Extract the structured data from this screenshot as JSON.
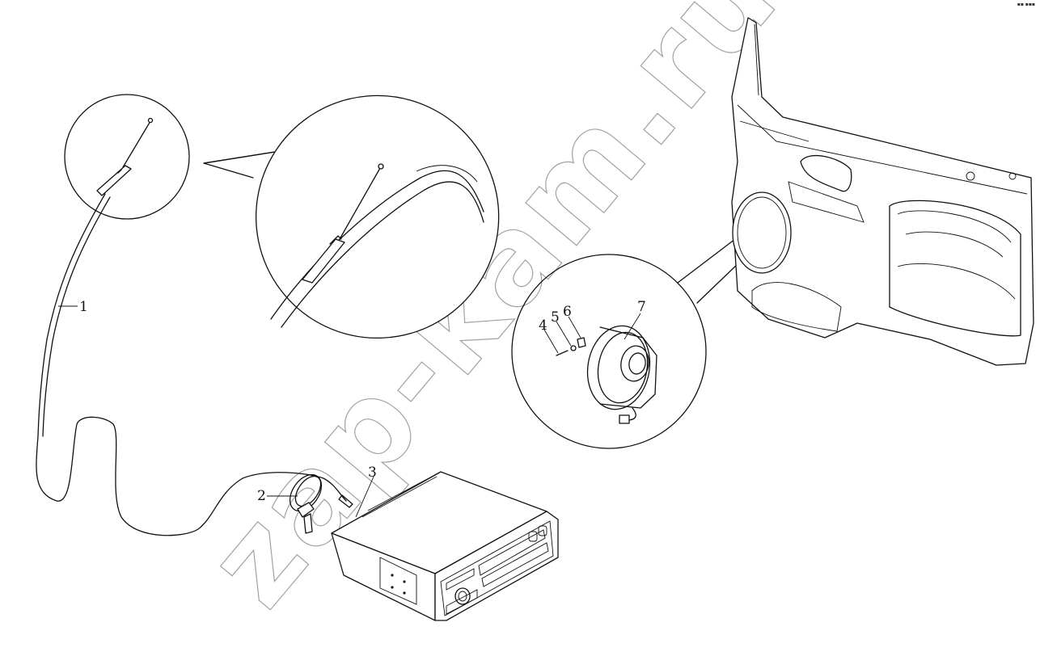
{
  "diagram": {
    "callouts": [
      {
        "id": "1",
        "label": "1"
      },
      {
        "id": "2",
        "label": "2"
      },
      {
        "id": "3",
        "label": "3"
      },
      {
        "id": "4",
        "label": "4"
      },
      {
        "id": "5",
        "label": "5"
      },
      {
        "id": "6",
        "label": "6"
      },
      {
        "id": "7",
        "label": "7"
      }
    ],
    "watermark": "zap-kam.ru",
    "corner_mark": "▪▪ ▪▪▪"
  }
}
